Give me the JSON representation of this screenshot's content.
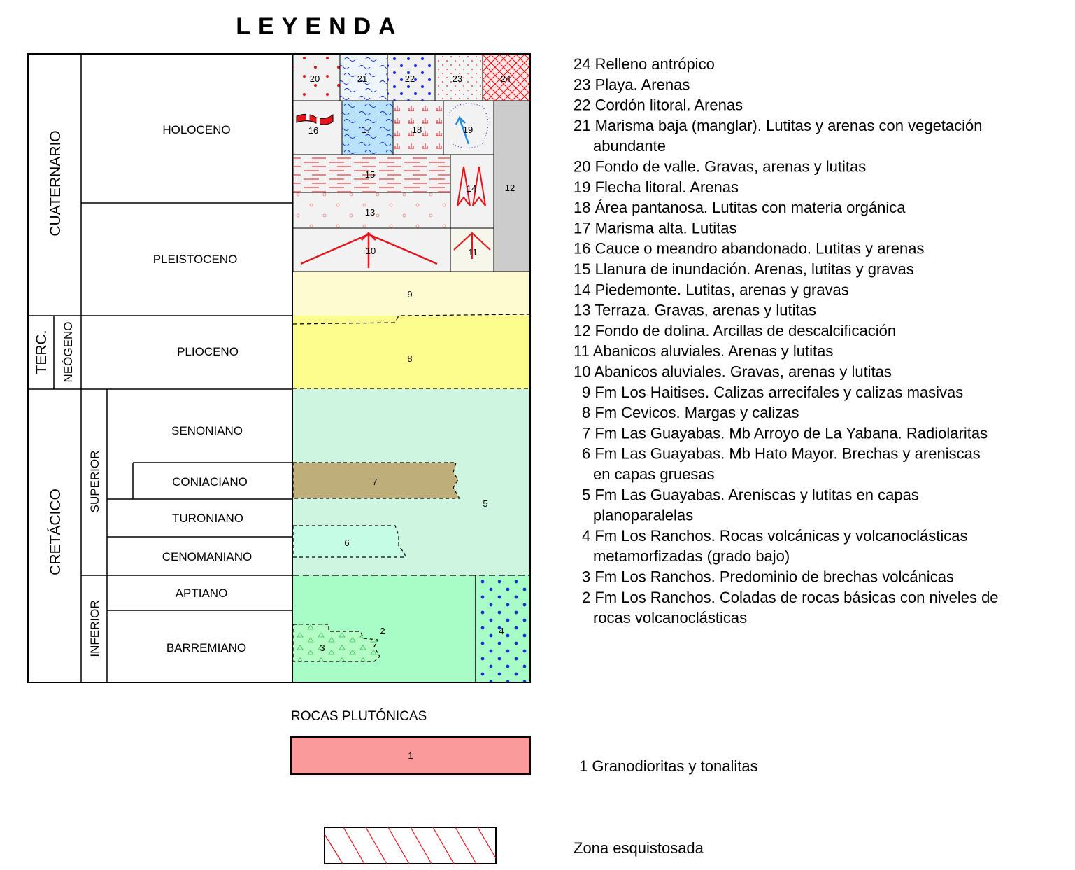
{
  "title": "LEYENDA",
  "eras": {
    "cuaternario": "CUATERNARIO",
    "terciario": "TERC.",
    "cretacico": "CRETÁCICO"
  },
  "periods": {
    "neogeno": "NEÓGENO",
    "superior": "SUPERIOR",
    "inferior": "INFERIOR"
  },
  "stages": {
    "holoceno": "HOLOCENO",
    "pleistoceno": "PLEISTOCENO",
    "plioceno": "PLIOCENO",
    "senoniano": "SENONIANO",
    "coniaciano": "CONIACIANO",
    "turoniano": "TURONIANO",
    "cenomaniano": "CENOMANIANO",
    "aptiano": "APTIANO",
    "barremiano": "BARREMIANO"
  },
  "unit_numbers": [
    "1",
    "2",
    "3",
    "4",
    "5",
    "6",
    "7",
    "8",
    "9",
    "10",
    "11",
    "12",
    "13",
    "14",
    "15",
    "16",
    "17",
    "18",
    "19",
    "20",
    "21",
    "22",
    "23",
    "24"
  ],
  "legend_items": [
    {
      "lines": [
        "24 Relleno antrópico"
      ]
    },
    {
      "lines": [
        "23 Playa. Arenas"
      ]
    },
    {
      "lines": [
        "22 Cordón litoral. Arenas"
      ]
    },
    {
      "lines": [
        "21 Marisma baja (manglar). Lutitas y arenas con vegetación",
        "abundante"
      ]
    },
    {
      "lines": [
        "20 Fondo de valle. Gravas, arenas y lutitas"
      ]
    },
    {
      "lines": [
        "19 Flecha litoral. Arenas"
      ]
    },
    {
      "lines": [
        "18 Área pantanosa. Lutitas con materia orgánica"
      ]
    },
    {
      "lines": [
        "17 Marisma alta. Lutitas"
      ]
    },
    {
      "lines": [
        "16 Cauce o meandro abandonado. Lutitas y arenas"
      ]
    },
    {
      "lines": [
        "15 Llanura de inundación. Arenas, lutitas y gravas"
      ]
    },
    {
      "lines": [
        "14 Piedemonte. Lutitas, arenas y gravas"
      ]
    },
    {
      "lines": [
        "13 Terraza. Gravas, arenas y lutitas"
      ]
    },
    {
      "lines": [
        "12 Fondo de dolina. Arcillas de descalcificación"
      ]
    },
    {
      "lines": [
        "11 Abanicos aluviales. Arenas y lutitas"
      ]
    },
    {
      "lines": [
        "10 Abanicos aluviales. Gravas, arenas y lutitas"
      ]
    },
    {
      "lines": [
        "9 Fm Los Haitises. Calizas arrecifales y calizas masivas"
      ]
    },
    {
      "lines": [
        "8 Fm Cevicos. Margas y calizas"
      ]
    },
    {
      "lines": [
        "7 Fm Las Guayabas. Mb Arroyo de La Yabana. Radiolaritas"
      ]
    },
    {
      "lines": [
        "6 Fm Las Guayabas. Mb Hato Mayor. Brechas y areniscas",
        "en capas gruesas"
      ]
    },
    {
      "lines": [
        "5 Fm Las Guayabas. Areniscas y lutitas en capas",
        "planoparalelas"
      ]
    },
    {
      "lines": [
        "4 Fm Los Ranchos. Rocas volcánicas y volcanoclásticas",
        "metamorfizadas (grado bajo)"
      ]
    },
    {
      "lines": [
        "3 Fm Los Ranchos. Predominio de brechas volcánicas"
      ]
    },
    {
      "lines": [
        "2 Fm Los Ranchos. Coladas de rocas básicas con niveles de",
        "rocas volcanoclásticas"
      ]
    }
  ],
  "plutonic": {
    "heading": "ROCAS PLUTÓNICAS",
    "label": "1 Granodioritas y tonalitas"
  },
  "schist": {
    "label": "Zona esquistosada"
  },
  "colors": {
    "u1": "#fa9a9a",
    "u2": "#a8fcc6",
    "u3": "#b3fcc5",
    "u4": "#a8fcc6",
    "u5": "#cdf5df",
    "u6": "#c5fce6",
    "u7": "#bdae7a",
    "u8": "#fdfd8e",
    "u9": "#fdfcd0",
    "u10": "#f2f2f2",
    "u11": "#f7f6ea",
    "u12": "#cccccc",
    "u13": "#f2f2f2",
    "u14": "#f2f2f2",
    "u15": "#f2f2f2",
    "u16": "#f2f2f2",
    "u17": "#b8e3fb",
    "u18": "#f2f2f2",
    "u19": "#f2f2f2",
    "u20": "#f2f2f2",
    "u21": "#eef6fc",
    "u22": "#f0f0f0",
    "u23": "#f4f4f4",
    "u24": "#fde6e6",
    "red": "#e8141c",
    "blue": "#1b2fd9",
    "arrow_blue": "#1e8ce0"
  }
}
